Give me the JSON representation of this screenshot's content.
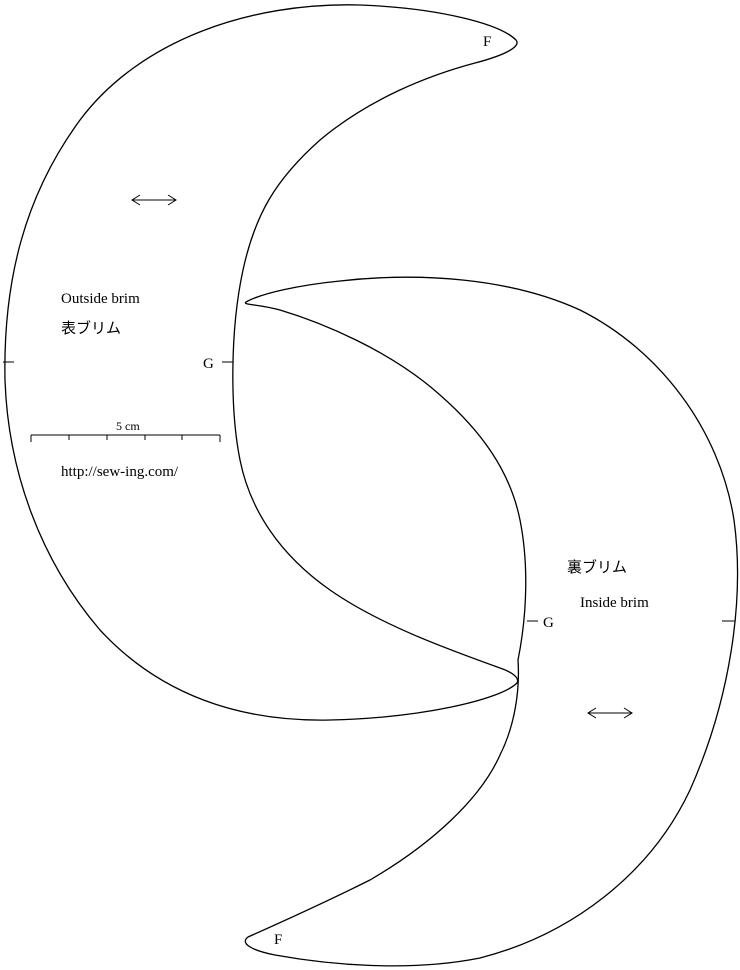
{
  "pieces": {
    "outside": {
      "name_en": "Outside brim",
      "name_ja": "表ブリム",
      "mark_top": "F",
      "mark_inner": "G"
    },
    "inside": {
      "name_ja": "裏ブリム",
      "name_en": "Inside brim",
      "mark_inner": "G",
      "mark_bottom": "F"
    }
  },
  "scale": {
    "label": "5 cm"
  },
  "source_url": "http://sew-ing.com/",
  "colors": {
    "line": "#000000",
    "background": "#ffffff"
  },
  "icons": {
    "grain_line": "double-arrow-icon"
  }
}
